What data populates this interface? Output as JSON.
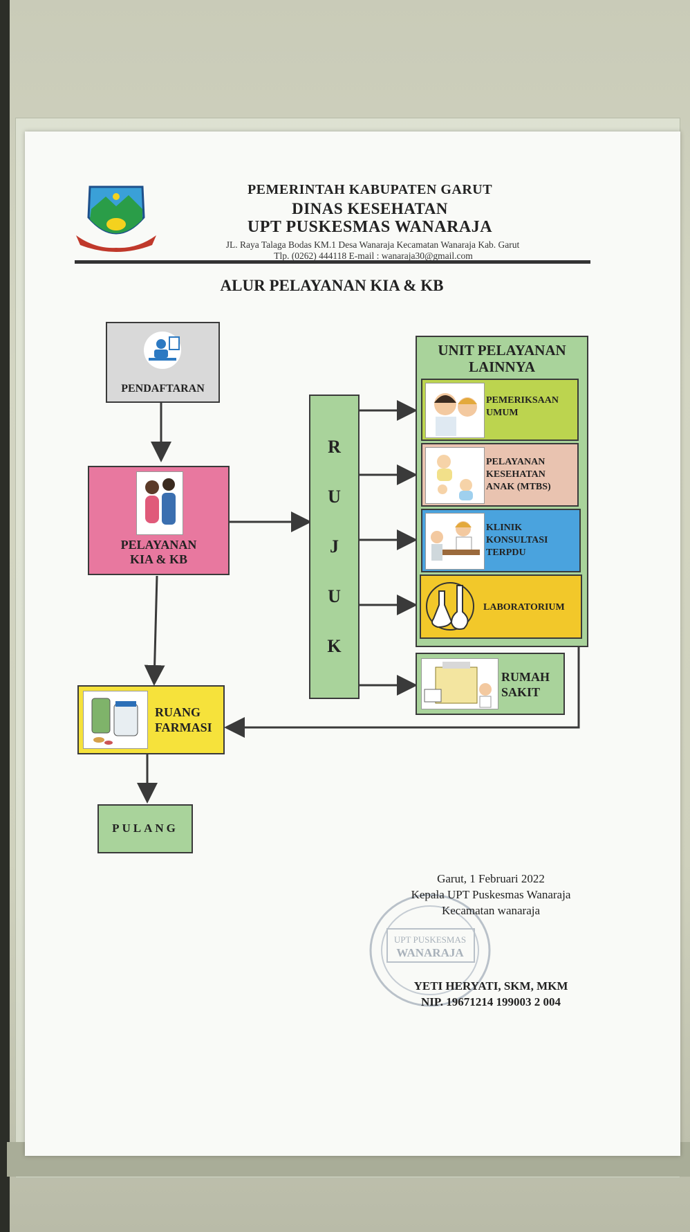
{
  "header": {
    "line1": "PEMERINTAH KABUPATEN GARUT",
    "line2": "DINAS KESEHATAN",
    "line3": "UPT PUSKESMAS WANARAJA",
    "address": "JL. Raya Talaga Bodas KM.1 Desa Wanaraja Kecamatan Wanaraja Kab. Garut",
    "contact": "Tlp. (0262) 444118 E-mail : wanaraja30@gmail.com"
  },
  "title": "ALUR PELAYANAN KIA & KB",
  "nodes": {
    "pendaftaran": "PENDAFTARAN",
    "kia_line1": "PELAYANAN",
    "kia_line2": "KIA & KB",
    "rujuk_letters": [
      "R",
      "U",
      "J",
      "U",
      "K"
    ],
    "unit_title_line1": "UNIT PELAYANAN",
    "unit_title_line2": "LAINNYA",
    "umum_line1": "PEMERIKSAAN",
    "umum_line2": "UMUM",
    "mtbs_line1": "PELAYANAN",
    "mtbs_line2": "KESEHATAN",
    "mtbs_line3": "ANAK (MTBS)",
    "klinik_line1": "KLINIK",
    "klinik_line2": "KONSULTASI",
    "klinik_line3": "TERPDU",
    "lab": "LABORATORIUM",
    "rs_line1": "RUMAH",
    "rs_line2": "SAKIT",
    "farmasi_line1": "RUANG",
    "farmasi_line2": "FARMASI",
    "pulang": "PULANG"
  },
  "signature": {
    "place_date": "Garut, 1 Februari 2022",
    "position1": "Kepala UPT Puskesmas Wanaraja",
    "position2": "Kecamatan wanaraja",
    "name": "YETI HERYATI, SKM, MKM",
    "nip": "NIP. 19671214 199003 2 004"
  },
  "stamp": {
    "line1": "UPT PUSKESMAS",
    "line2": "WANARAJA"
  },
  "colors": {
    "green": "#a9d39b",
    "pink": "#e8789f",
    "yellow_green": "#bcd44f",
    "peach": "#e9c3b0",
    "blue": "#4aa3de",
    "gold": "#f2c82a",
    "yellow": "#f6e23b",
    "grey": "#d9d9d9"
  }
}
